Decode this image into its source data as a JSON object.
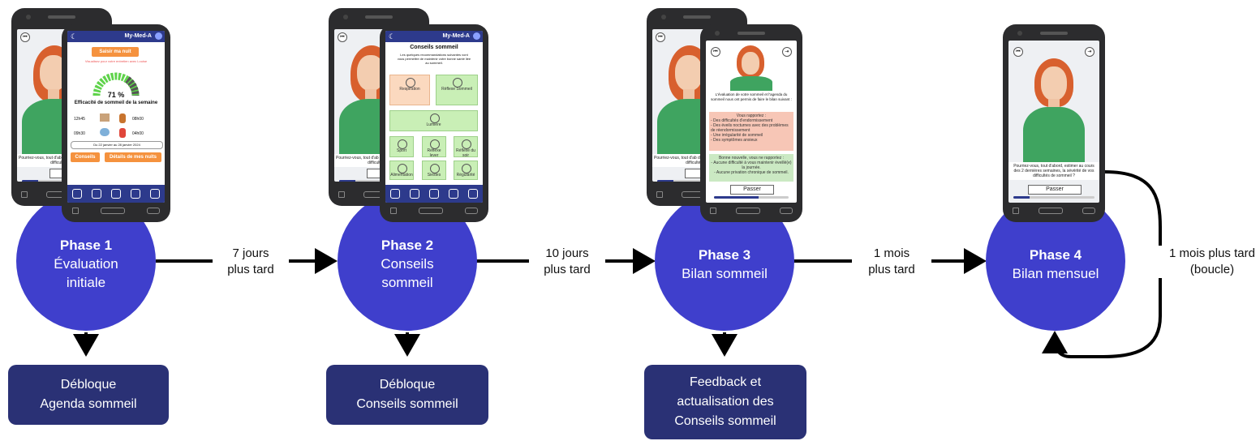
{
  "phases": [
    {
      "title": "Phase 1",
      "subtitle": [
        "Évaluation",
        "initiale"
      ]
    },
    {
      "title": "Phase 2",
      "subtitle": [
        "Conseils",
        "sommeil"
      ]
    },
    {
      "title": "Phase 3",
      "subtitle": [
        "Bilan sommeil"
      ]
    },
    {
      "title": "Phase 4",
      "subtitle": [
        "Bilan mensuel"
      ]
    }
  ],
  "transitions": [
    {
      "line1": "7 jours",
      "line2": "plus tard"
    },
    {
      "line1": "10 jours",
      "line2": "plus tard"
    },
    {
      "line1": "1 mois",
      "line2": "plus tard"
    },
    {
      "line1": "1 mois plus tard",
      "line2": "(boucle)"
    }
  ],
  "unlocks": [
    {
      "lines": [
        "Débloque",
        "Agenda sommeil"
      ]
    },
    {
      "lines": [
        "Débloque",
        "Conseils sommeil"
      ]
    },
    {
      "lines": [
        "Feedback et",
        "actualisation des",
        "Conseils sommeil"
      ]
    }
  ],
  "colors": {
    "phase_circle": "#3f3fcc",
    "unlock_box": "#2a3175",
    "app_bar": "#2d3a8c",
    "avatar_shirt": "#3fa460",
    "avatar_hair": "#d8602e"
  },
  "phone_ui": {
    "app_name": "My-Med-A",
    "skip_label": "Passer",
    "avatar_question": "Pourriez-vous, tout d'abord, estimer au cours des 2 dernières semaines, la sévérité de vos difficultés de sommeil ?",
    "avatar_question_short": "Pourriez-vous, tout d'ab des 2 dernières semain difficultés de",
    "phase1": {
      "button_top": "Saisir ma nuit",
      "subtitle": "Visualisez pour votre entretien avec Louise",
      "gauge_value": "71 %",
      "gauge_label": "Efficacité de sommeil de la semaine",
      "time_in_bed": "12h45",
      "time_up": "08h00",
      "time_asleep": "09h30",
      "time_awake": "04h00",
      "date_range": "Du 22 janvier au 28 janvier 2024",
      "btn_advice": "Conseils",
      "btn_details": "Détails de mes nuits"
    },
    "phase2": {
      "title": "Conseils sommeil",
      "intro": "Les quelques recommandations suivantes vont vous permettre de maintenir votre bonne santé liée au sommeil.",
      "tiles": [
        "Respiration",
        "Réflexe Sommeil",
        "Lumière",
        "Sport",
        "Réflexe lever",
        "Réflexe du soir",
        "Alimentation",
        "Siestes",
        "Régularité"
      ]
    },
    "phase3": {
      "intro": "L'évaluation de votre sommeil et l'agenda du sommeil nous ont permis de faire le bilan suivant :",
      "report_title": "Vous rapportez :",
      "report_items": [
        "- Des difficultés d'endormissement",
        "- Des éveils nocturnes avec des problèmes de réendormissement",
        "- Une irrégularité de sommeil",
        "- Des symptômes anxieux"
      ],
      "good_title": "Bonne nouvelle, vous ne rapportez :",
      "good_items": [
        "- Aucune difficulté à vous maintenir éveillé(e) la journée.",
        "- Aucune privation chronique de sommeil."
      ]
    }
  }
}
